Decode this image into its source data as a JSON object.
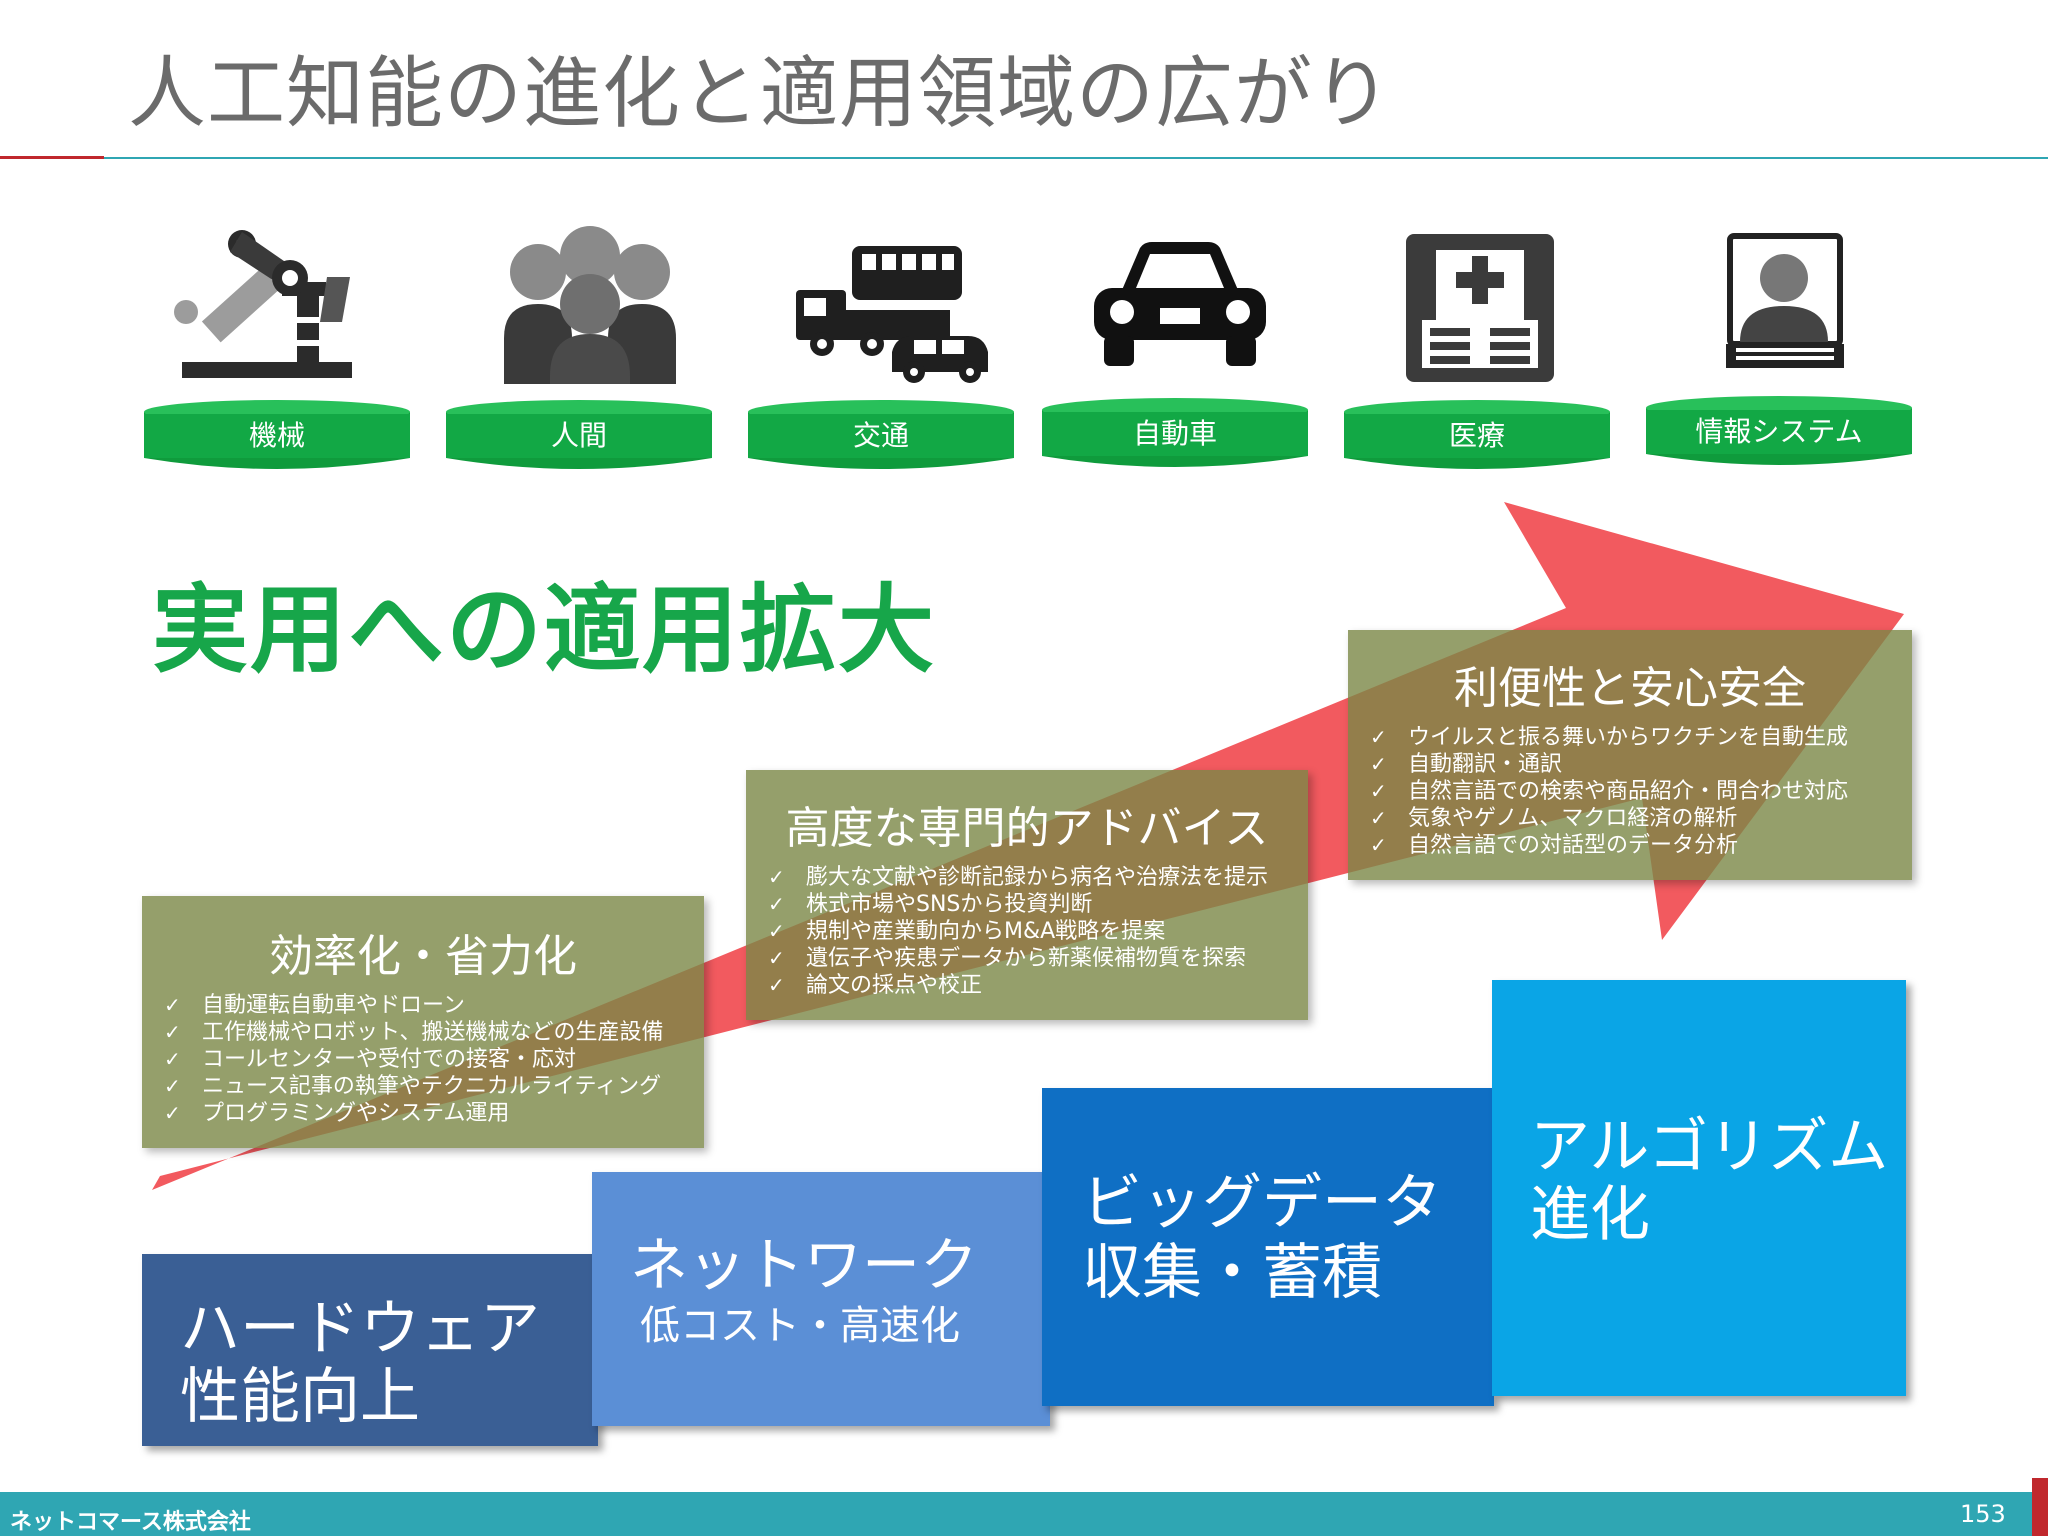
{
  "slide": {
    "title": "人工知能の進化と適用領域の広がり",
    "headline": "実用への適用拡大"
  },
  "domains": [
    {
      "label": "機械",
      "icon": "robot-arm-icon"
    },
    {
      "label": "人間",
      "icon": "people-icon"
    },
    {
      "label": "交通",
      "icon": "traffic-vehicles-icon"
    },
    {
      "label": "自動車",
      "icon": "car-icon"
    },
    {
      "label": "医療",
      "icon": "hospital-icon"
    },
    {
      "label": "情報システム",
      "icon": "computer-user-icon"
    }
  ],
  "panels": [
    {
      "title": "効率化・省力化",
      "items": [
        "自動運転自動車やドローン",
        "工作機械やロボット、搬送機械などの生産設備",
        "コールセンターや受付での接客・応対",
        "ニュース記事の執筆やテクニカルライティング",
        "プログラミングやシステム運用"
      ]
    },
    {
      "title": "高度な専門的アドバイス",
      "items": [
        "膨大な文献や診断記録から病名や治療法を提示",
        "株式市場やSNSから投資判断",
        "規制や産業動向からM&A戦略を提案",
        "遺伝子や疾患データから新薬候補物質を探索",
        "論文の採点や校正"
      ]
    },
    {
      "title": "利便性と安心安全",
      "items": [
        "ウイルスと振る舞いからワクチンを自動生成",
        "自動翻訳・通訳",
        "自然言語での検索や商品紹介・問合わせ対応",
        "気象やゲノム、マクロ経済の解析",
        "自然言語での対話型のデータ分析"
      ]
    }
  ],
  "steps": [
    {
      "line1": "ハードウェア",
      "line2": "性能向上",
      "color": "#3a5f95"
    },
    {
      "line1": "ネットワーク",
      "line2": "低コスト・高速化",
      "color": "#5b8fd6"
    },
    {
      "line1": "ビッグデータ",
      "line2": "収集・蓄積",
      "color": "#0f6fc4"
    },
    {
      "line1": "アルゴリズム",
      "line2": "進化",
      "color": "#0aa5e6"
    }
  ],
  "colors": {
    "accent_green": "#17a64a",
    "arrow": "#f25a5f",
    "panel": "#7a8746",
    "footer": "#2fa6b3",
    "footer_accent": "#c0282d"
  },
  "footer": {
    "company": "ネットコマース株式会社",
    "page": "153"
  }
}
